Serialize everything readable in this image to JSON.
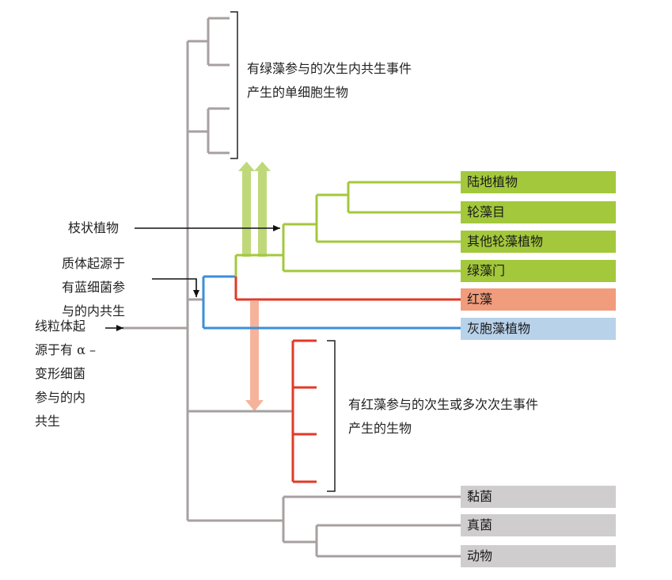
{
  "colors": {
    "gray": "#a8a0a0",
    "green": "#a3c83c",
    "red": "#e23a26",
    "blue": "#3a8fdb",
    "green_fill": "#a3c83c",
    "red_fill": "#f19c7c",
    "blue_fill": "#b8d2ea",
    "gray_fill": "#cfcdcd",
    "green_arrow": "#bfd97a",
    "red_arrow": "#f6b39c",
    "pointer": "#111111"
  },
  "taxa": {
    "land_plants": "陆地植物",
    "charophytes": "轮藻目",
    "other_charophytes": "其他轮藻植物",
    "chlorophyta": "绿藻门",
    "red_algae": "红藻",
    "glaucophytes": "灰胞藻植物",
    "slime_molds": "黏菌",
    "fungi": "真菌",
    "animals": "动物"
  },
  "annotations": {
    "green_secondary": [
      "有绿藻参与的次生内共生事件",
      "产生的单细胞生物"
    ],
    "red_secondary": [
      "有红藻参与的次生或多次次生事件",
      "产生的生物"
    ],
    "streptophyta": "枝状植物",
    "plastid_origin": [
      "质体起源于",
      "有蓝细菌参",
      "与的内共生"
    ],
    "mito_origin": [
      "线粒体起",
      "源于有 α –",
      "变形细菌",
      "参与的内",
      "共生"
    ]
  }
}
